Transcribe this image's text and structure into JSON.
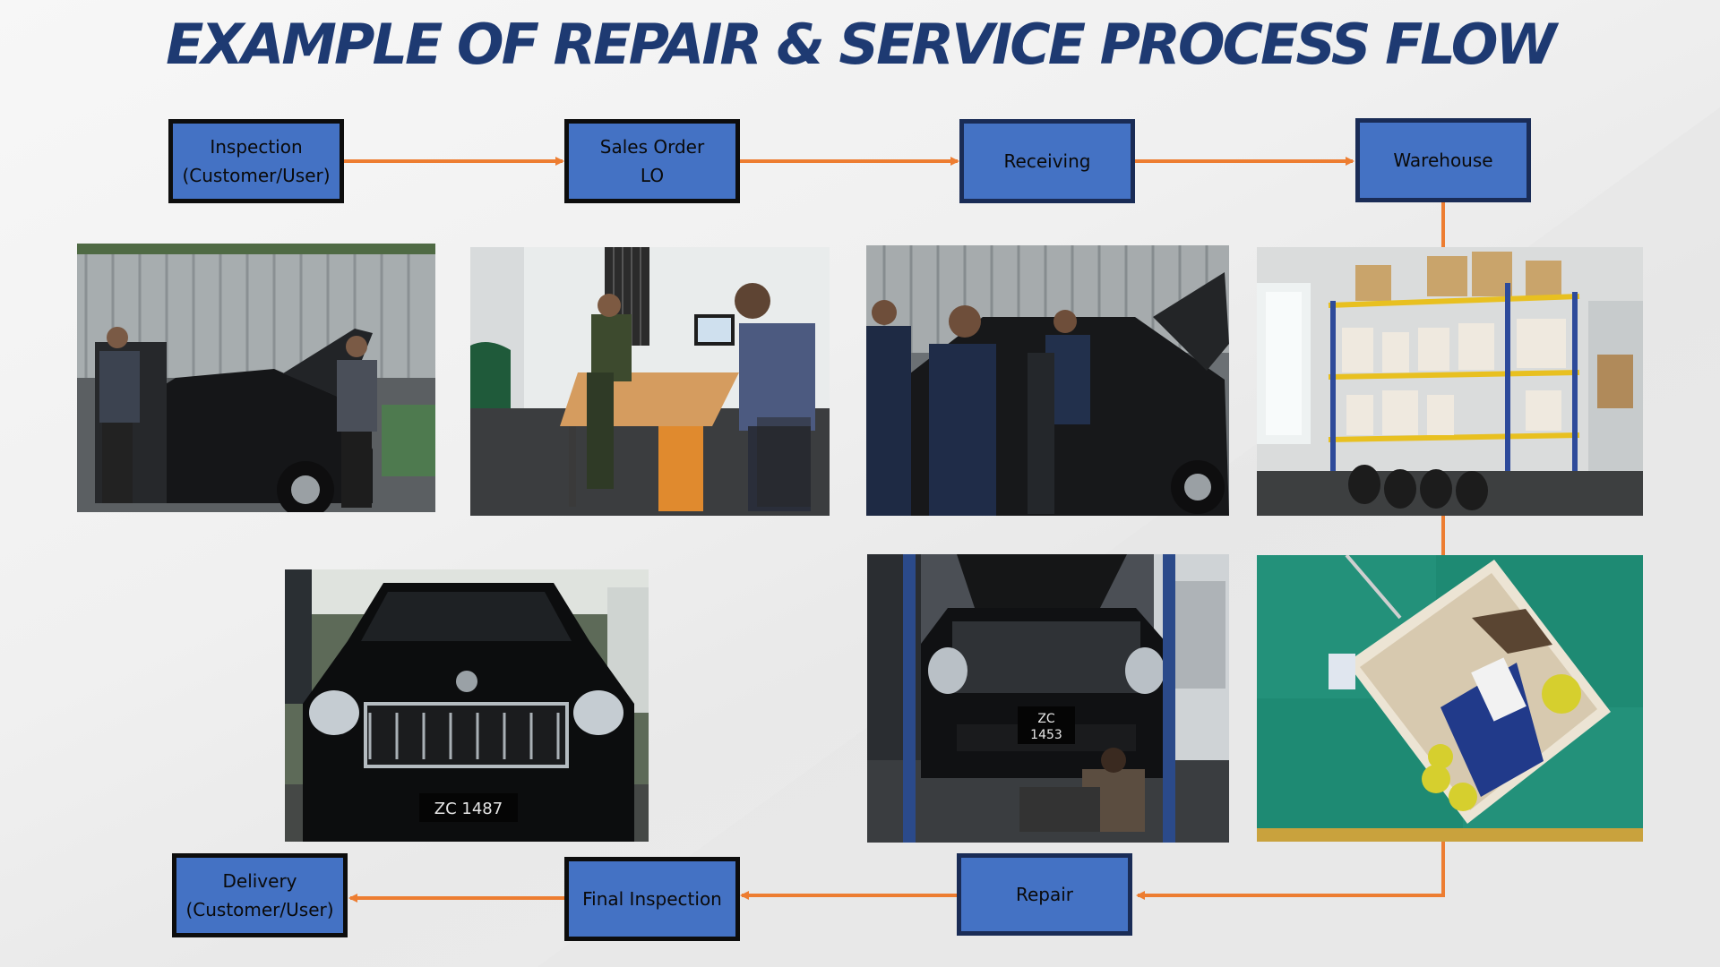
{
  "title": "EXAMPLE OF REPAIR & SERVICE PROCESS FLOW",
  "steps": {
    "inspection": {
      "line1": "Inspection",
      "line2": "(Customer/User)"
    },
    "sales_order": {
      "line1": "Sales Order",
      "line2": "LO"
    },
    "receiving": {
      "label": "Receiving"
    },
    "warehouse": {
      "label": "Warehouse"
    },
    "repair": {
      "label": "Repair"
    },
    "final_inspection": {
      "label": "Final Inspection"
    },
    "delivery": {
      "line1": "Delivery",
      "line2": "(Customer/User)"
    }
  },
  "plates": {
    "final_car": "ZC 1487",
    "repair_car_top": "ZC",
    "repair_car_bottom": "1453"
  },
  "colors": {
    "title": "#1e3a72",
    "box_fill": "#4472c4",
    "box_border": "#0d0d0d",
    "arrow": "#ed7d31"
  }
}
